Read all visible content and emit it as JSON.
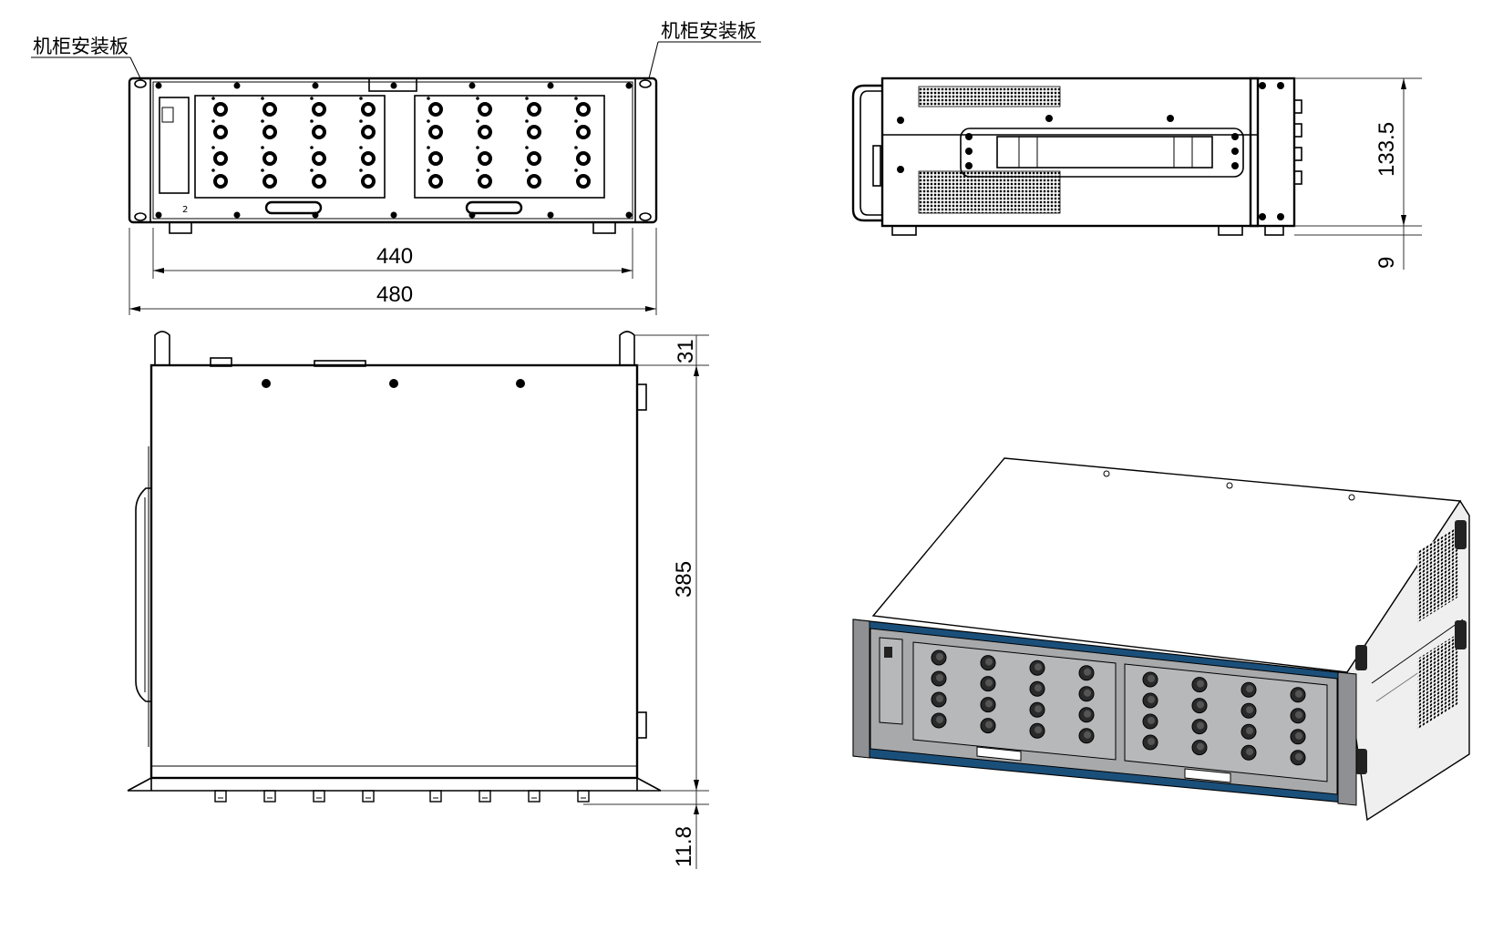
{
  "labels": {
    "panel_left": "机柜安装板",
    "panel_right": "机柜安装板"
  },
  "dimensions": {
    "inner_width": "440",
    "outer_width": "480",
    "height": "133.5",
    "foot_height": "9",
    "depth": "385",
    "handle_protrusion": "31",
    "bottom_protrusion": "11.8"
  },
  "colors": {
    "line": "#000000",
    "iso_face": "#a7a9ab",
    "iso_frame_blue": "#1a4f7a",
    "iso_body": "#f2f2f2"
  }
}
